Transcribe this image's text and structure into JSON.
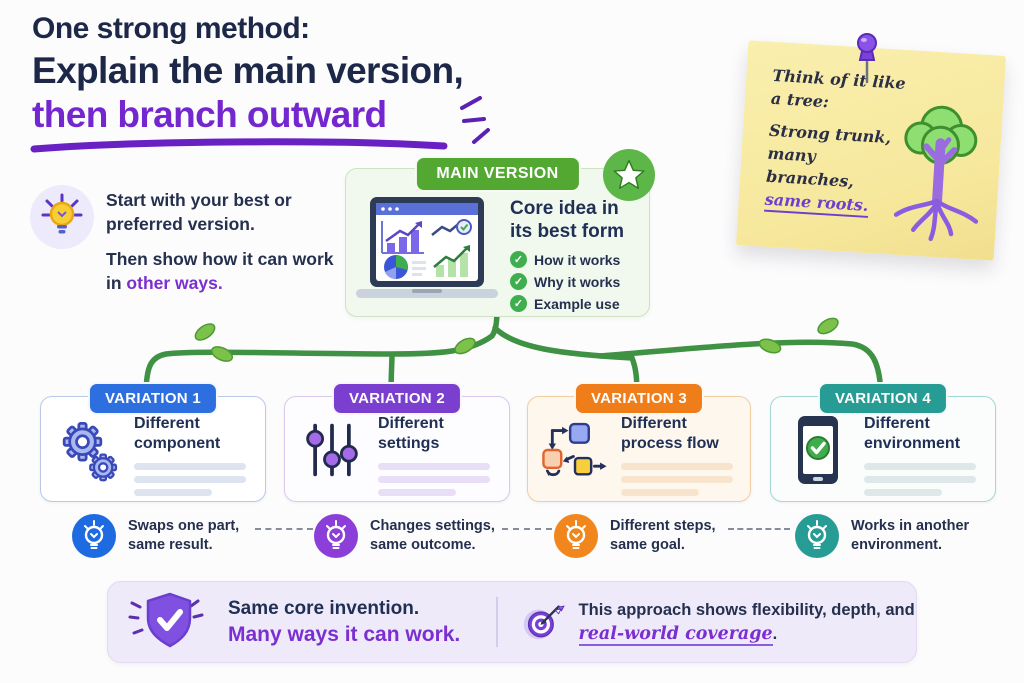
{
  "title": {
    "line1": "One strong method:",
    "line2": "Explain the main version,",
    "line3": "then branch outward"
  },
  "intro": {
    "text1": "Start with your best or preferred version.",
    "text2_prefix": "Then show how it can work in ",
    "text2_highlight": "other ways."
  },
  "sticky_note": {
    "heading_line1": "Think of it like",
    "heading_line2": "a tree:",
    "body_line1": "Strong trunk,",
    "body_line2": "many branches,",
    "body_line3": "same roots."
  },
  "main_version": {
    "badge": "MAIN VERSION",
    "heading_line1": "Core idea in",
    "heading_line2": "its best form",
    "checklist": [
      {
        "label": "How it works"
      },
      {
        "label": "Why it works"
      },
      {
        "label": "Example use"
      }
    ]
  },
  "variations": [
    {
      "label": "VARIATION 1",
      "title": "Different component",
      "caption_line1": "Swaps one part,",
      "caption_line2": "same result.",
      "accent": "#2e6fe0"
    },
    {
      "label": "VARIATION 2",
      "title": "Different settings",
      "caption_line1": "Changes settings,",
      "caption_line2": "same outcome.",
      "accent": "#7b3fd0"
    },
    {
      "label": "VARIATION 3",
      "title": "Different process flow",
      "caption_line1": "Different steps,",
      "caption_line2": "same goal.",
      "accent": "#ee7d1a"
    },
    {
      "label": "VARIATION 4",
      "title": "Different environment",
      "caption_line1": "Works in another",
      "caption_line2": "environment.",
      "accent": "#279c94"
    }
  ],
  "footer": {
    "left_line1": "Same core invention.",
    "left_line2": "Many ways it can work.",
    "right_line1": "This approach shows flexibility, depth,",
    "right_line2_prefix": "and ",
    "right_line2_highlight": "real-world coverage",
    "right_line2_suffix": "."
  },
  "colors": {
    "navy": "#1d2848",
    "purple": "#7a2fd0",
    "branch_green": "#3f9143",
    "main_badge_green": "#53a832",
    "variation_blue": "#2e6fe0",
    "variation_violet": "#7b3fd0",
    "variation_orange": "#ee7d1a",
    "variation_teal": "#279c94",
    "note_yellow": "#f7e9a0",
    "banner_lavender": "#efeafa"
  }
}
